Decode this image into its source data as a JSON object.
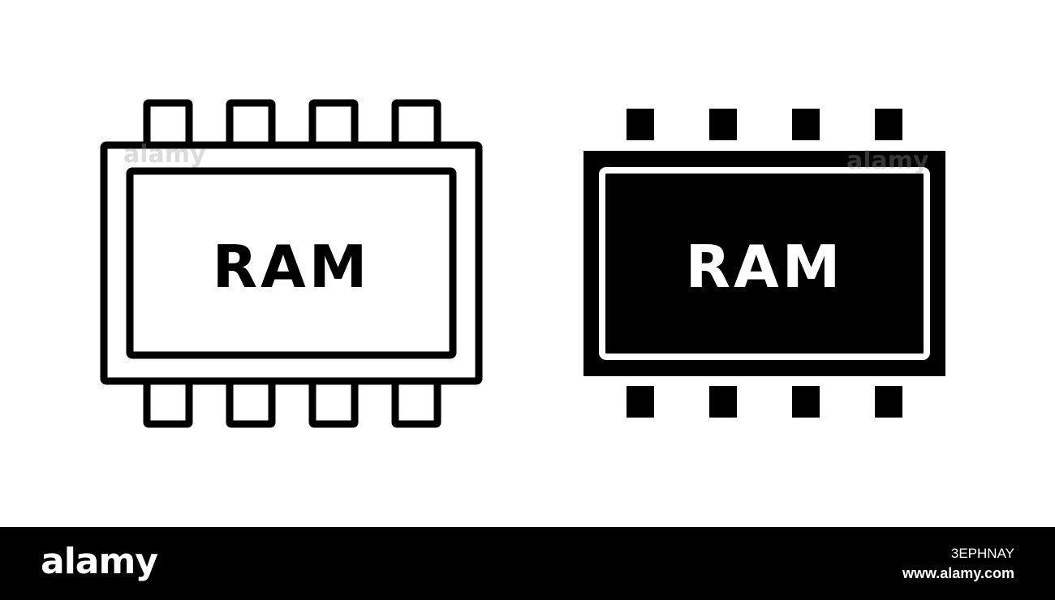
{
  "icons": {
    "outline": {
      "label": "RAM",
      "style": "outline",
      "color": "#000000"
    },
    "filled": {
      "label": "RAM",
      "style": "filled",
      "color": "#000000",
      "label_color": "#ffffff"
    }
  },
  "watermark": {
    "text": "alamy"
  },
  "footer": {
    "logo": "alamy",
    "image_id": "3EPHNAY",
    "url": "www.alamy.com",
    "background": "#000000",
    "text_color": "#ffffff"
  }
}
